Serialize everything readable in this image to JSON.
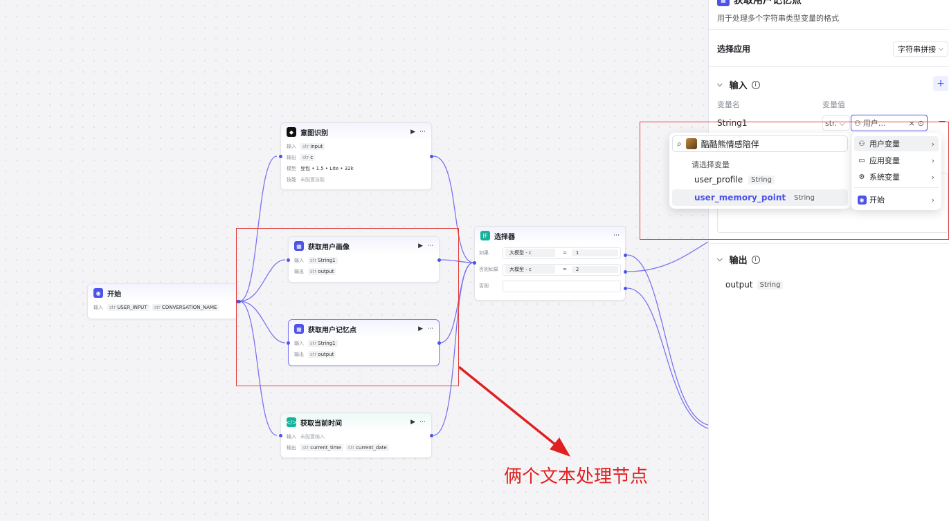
{
  "canvas": {
    "annotation": "俩个文本处理节点",
    "nodes": {
      "start": {
        "title": "开始",
        "input_label": "输入",
        "vars": [
          "USER_INPUT",
          "CONVERSATION_NAME"
        ]
      },
      "intent": {
        "title": "意图识别",
        "input_label": "输入",
        "input_var": "input",
        "output_label": "输出",
        "output_var": "c",
        "model_label": "模型",
        "model_value": "豆包 • 1.5 • Lite • 32k",
        "skill_label": "技能",
        "skill_value": "未配置技能"
      },
      "profile": {
        "title": "获取用户画像",
        "input_label": "输入",
        "input_var": "String1",
        "output_label": "输出",
        "output_var": "output"
      },
      "memory": {
        "title": "获取用户记忆点",
        "input_label": "输入",
        "input_var": "String1",
        "output_label": "输出",
        "output_var": "output"
      },
      "time": {
        "title": "获取当前时间",
        "input_label": "输入",
        "input_value": "未配置输入",
        "output_label": "输出",
        "output_vars": [
          "current_time",
          "current_date"
        ]
      },
      "selector": {
        "title": "选择器",
        "rows": [
          {
            "label": "如果",
            "left": "大模型 - c",
            "op": "=",
            "right": "1"
          },
          {
            "label": "否则如果",
            "left": "大模型 - c",
            "op": "=",
            "right": "2"
          },
          {
            "label": "否则",
            "left": "",
            "op": "",
            "right": ""
          }
        ]
      },
      "type_prefix": "str"
    }
  },
  "panel": {
    "title": "获取用户记忆点",
    "description": "用于处理多个字符串类型变量的格式",
    "select_app_label": "选择应用",
    "select_app_value": "字符串拼接",
    "input_section": "输入",
    "col_name": "变量名",
    "col_value": "变量值",
    "var_name": "String1",
    "var_type": "str.",
    "var_value": "用户…",
    "output_section": "输出",
    "output_name": "output",
    "output_type": "String"
  },
  "dropdown": {
    "search_value": "酷酷熊情感陪伴",
    "hint": "请选择变量",
    "items": [
      {
        "name": "user_profile",
        "type": "String"
      },
      {
        "name": "user_memory_point",
        "type": "String"
      }
    ],
    "categories": [
      {
        "label": "用户变量",
        "icon": "user-icon"
      },
      {
        "label": "应用变量",
        "icon": "folder-icon"
      },
      {
        "label": "系统变量",
        "icon": "gear-icon"
      },
      {
        "label": "开始",
        "icon": "start-node-icon"
      }
    ]
  },
  "colors": {
    "accent": "#4d53e8",
    "edge": "#7a73f0",
    "annotation_red": "#e02020"
  }
}
